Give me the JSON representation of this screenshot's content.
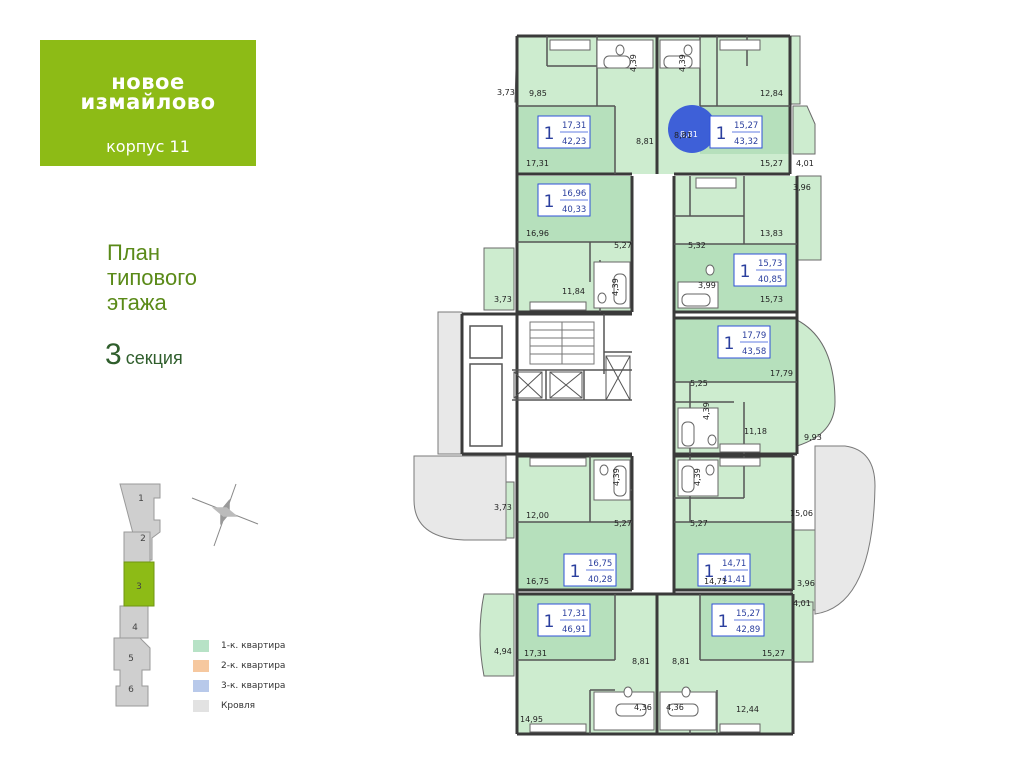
{
  "logo": {
    "line1": "новое",
    "line2": "измайлово",
    "building": "корпус 11"
  },
  "title": {
    "line1": "План",
    "line2": "типового",
    "line3": "этажа",
    "section_number": "3",
    "section_word": "секция"
  },
  "sections": [
    "1",
    "2",
    "3",
    "4",
    "5",
    "6"
  ],
  "selected_section": "3",
  "legend": [
    {
      "label": "1-к. квартира",
      "color": "#b7e2c6"
    },
    {
      "label": "2-к. квартира",
      "color": "#f6c89f"
    },
    {
      "label": "3-к. квартира",
      "color": "#b8c9ea"
    },
    {
      "label": "Кровля",
      "color": "#e2e2e2"
    }
  ],
  "colors": {
    "apartment": "#cdeccf",
    "apartment_dark": "#b6e0bc",
    "wall": "#3a3a3a",
    "brand": "#8dbb16",
    "marker": "#2f51d8"
  },
  "apartments": [
    {
      "rooms": "1",
      "living": "17,31",
      "total": "42,23"
    },
    {
      "rooms": "1",
      "living": "15,27",
      "total": "43,32"
    },
    {
      "rooms": "1",
      "living": "16,96",
      "total": "40,33"
    },
    {
      "rooms": "1",
      "living": "15,73",
      "total": "40,85"
    },
    {
      "rooms": "1",
      "living": "17,79",
      "total": "43,58"
    },
    {
      "rooms": "1",
      "living": "16,75",
      "total": "40,28"
    },
    {
      "rooms": "1",
      "living": "14,71",
      "total": "41,41"
    },
    {
      "rooms": "1",
      "living": "17,31",
      "total": "46,91"
    },
    {
      "rooms": "1",
      "living": "15,27",
      "total": "42,89"
    }
  ],
  "room_areas": [
    "9,85",
    "3,73",
    "4,39",
    "4,39",
    "12,84",
    "8,81",
    "8,81",
    "17,31",
    "15,27",
    "4,01",
    "3,96",
    "13,83",
    "16,96",
    "5,27",
    "5,32",
    "15,73",
    "3,73",
    "11,84",
    "4,39",
    "3,99",
    "5,25",
    "17,79",
    "4,39",
    "11,18",
    "9,93",
    "3,73",
    "4,39",
    "4,39",
    "12,00",
    "5,27",
    "5,27",
    "15,06",
    "16,75",
    "14,71",
    "3,96",
    "4,01",
    "4,94",
    "17,31",
    "8,81",
    "8,81",
    "15,27",
    "4,36",
    "4,36",
    "12,44",
    "14,95"
  ],
  "marker_label": "8,81"
}
